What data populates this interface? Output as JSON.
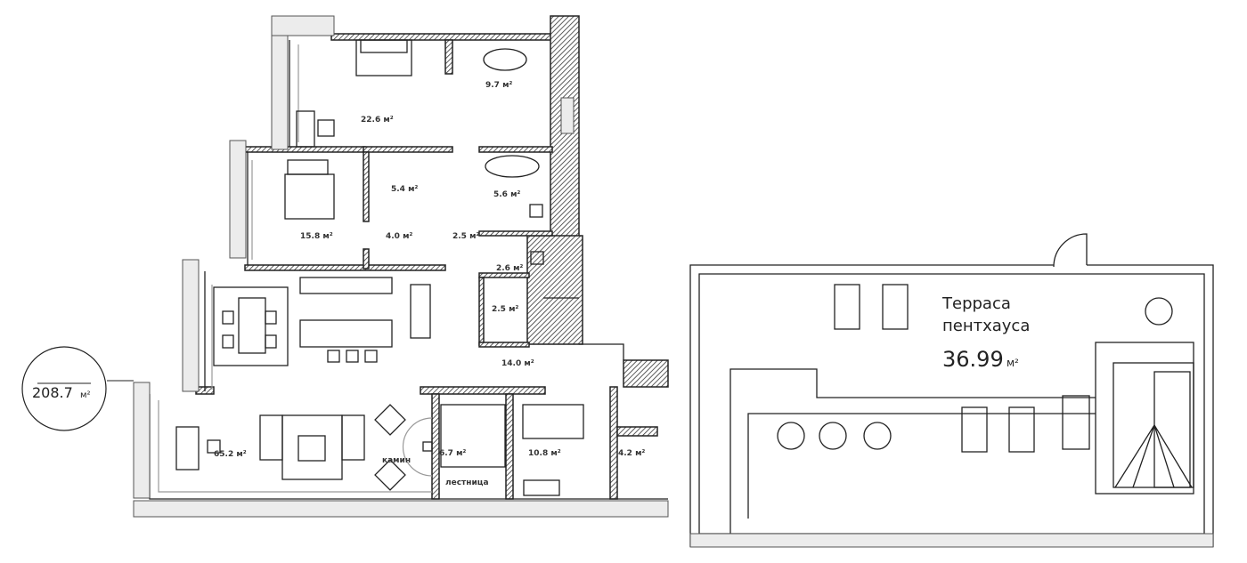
{
  "total_area": {
    "value": "208.7",
    "unit": "м²"
  },
  "rooms": [
    {
      "id": "bedroom-master",
      "area": "22.6 м²"
    },
    {
      "id": "bathroom-master",
      "area": "9.7 м²"
    },
    {
      "id": "bedroom-2",
      "area": "15.8 м²"
    },
    {
      "id": "wardrobe-1",
      "area": "5.4 м²"
    },
    {
      "id": "wardrobe-2",
      "area": "4.0 м²"
    },
    {
      "id": "corridor",
      "area": "2.5 м²"
    },
    {
      "id": "bathroom-2",
      "area": "5.6 м²"
    },
    {
      "id": "laundry",
      "area": "2.6 м²"
    },
    {
      "id": "wc",
      "area": "2.5 м²"
    },
    {
      "id": "hall",
      "area": "14.0 м²"
    },
    {
      "id": "living",
      "area": "65.2 м²"
    },
    {
      "id": "staircase-room",
      "area": "6.7 м²"
    },
    {
      "id": "bedroom-3",
      "area": "10.8 м²"
    },
    {
      "id": "bathroom-3",
      "area": "4.2 м²"
    }
  ],
  "labels": {
    "fireplace": "камин",
    "stairs": "лестница"
  },
  "terrace": {
    "title_line1": "Терраса",
    "title_line2": "пентхауса",
    "area": "36.99",
    "unit": "м²"
  }
}
